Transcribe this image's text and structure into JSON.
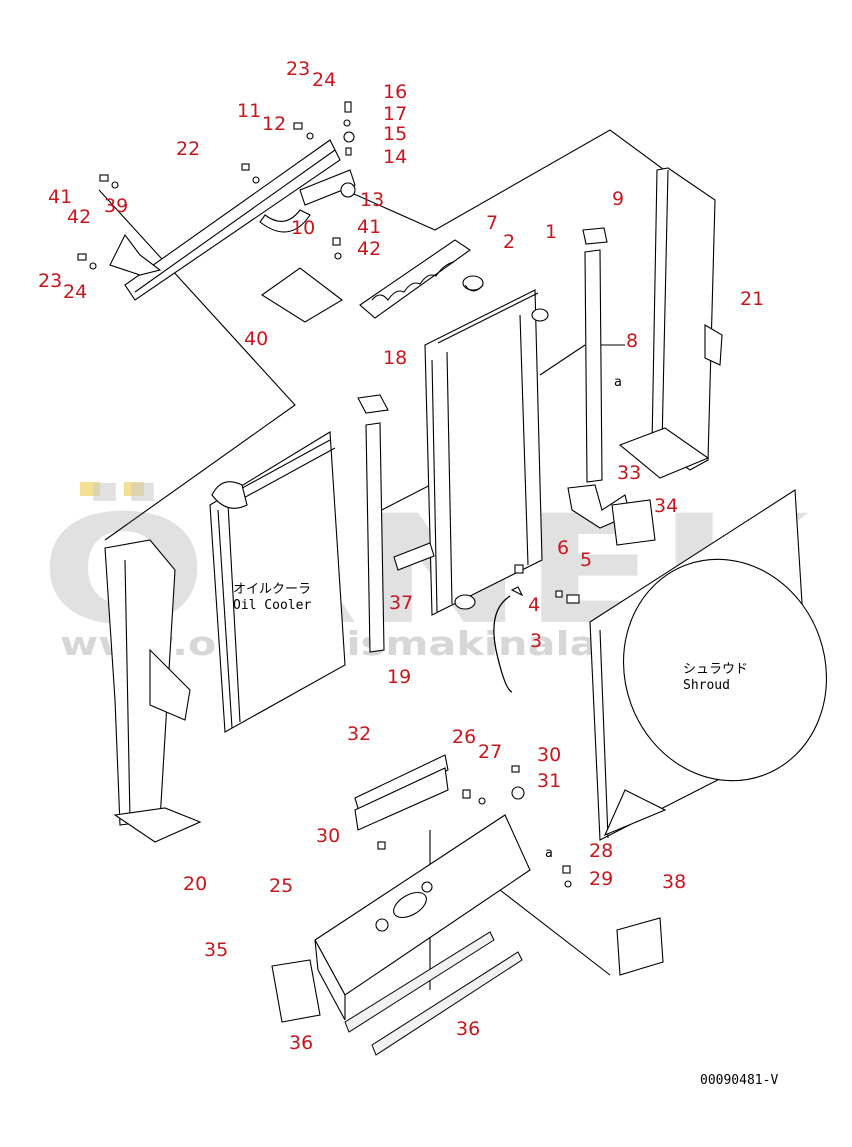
{
  "watermark": {
    "brand": "ÖRNEK",
    "url": "www.orneksismakinalari.com.tr",
    "brand_color": "#c9c9c9",
    "accent_color": "#f1d87a"
  },
  "drawing_code": "00090481-V",
  "labels": {
    "oil_cooler_jp": "オイルクーラ",
    "oil_cooler_en": "Oil Cooler",
    "shroud_jp": "シュラウド",
    "shroud_en": "Shroud",
    "ref_a": "a"
  },
  "part_number_color": "#c8171c",
  "part_numbers": [
    "1",
    "2",
    "3",
    "4",
    "5",
    "6",
    "7",
    "8",
    "9",
    "10",
    "11",
    "12",
    "13",
    "14",
    "15",
    "16",
    "17",
    "18",
    "19",
    "20",
    "21",
    "22",
    "23",
    "24",
    "25",
    "26",
    "27",
    "28",
    "29",
    "30",
    "31",
    "32",
    "33",
    "34",
    "35",
    "36",
    "37",
    "38",
    "39",
    "40",
    "41",
    "42"
  ],
  "callouts": {
    "c1": "1",
    "c2": "2",
    "c3": "3",
    "c4": "4",
    "c5": "5",
    "c6": "6",
    "c7": "7",
    "c8": "8",
    "c9": "9",
    "c10": "10",
    "c11": "11",
    "c12": "12",
    "c13": "13",
    "c14": "14",
    "c15": "15",
    "c16": "16",
    "c17": "17",
    "c18": "18",
    "c19": "19",
    "c20": "20",
    "c21": "21",
    "c22": "22",
    "c23a": "23",
    "c23b": "23",
    "c24a": "24",
    "c24b": "24",
    "c25": "25",
    "c26": "26",
    "c27": "27",
    "c28": "28",
    "c29": "29",
    "c30a": "30",
    "c30b": "30",
    "c31": "31",
    "c32": "32",
    "c33": "33",
    "c34": "34",
    "c35": "35",
    "c36a": "36",
    "c36b": "36",
    "c37": "37",
    "c38": "38",
    "c39": "39",
    "c40": "40",
    "c41a": "41",
    "c41b": "41",
    "c42a": "42",
    "c42b": "42"
  }
}
